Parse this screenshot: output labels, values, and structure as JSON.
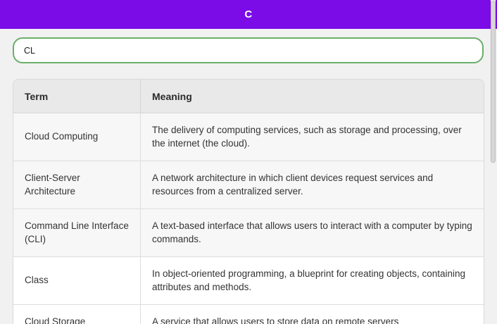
{
  "header": {
    "title": "C"
  },
  "search": {
    "value": "CL"
  },
  "table": {
    "columns": {
      "term": "Term",
      "meaning": "Meaning"
    },
    "rows": [
      {
        "term": "Cloud Computing",
        "meaning": "The delivery of computing services, such as storage and processing, over the internet (the cloud)."
      },
      {
        "term": "Client-Server Architecture",
        "meaning": "A network architecture in which client devices request services and resources from a centralized server."
      },
      {
        "term": "Command Line Interface (CLI)",
        "meaning": "A text-based interface that allows users to interact with a computer by typing commands."
      },
      {
        "term": "Class",
        "meaning": "In object-oriented programming, a blueprint for creating objects, containing attributes and methods."
      },
      {
        "term": "Cloud Storage",
        "meaning": "A service that allows users to store data on remote servers"
      }
    ]
  },
  "colors": {
    "header_bg": "#7b0ce8",
    "search_border": "#6bae6b",
    "page_bg": "#f1f1f1",
    "table_header_bg": "#e9e9e9",
    "row_shaded_bg": "#f7f7f7",
    "row_plain_bg": "#ffffff",
    "text": "#333333"
  }
}
